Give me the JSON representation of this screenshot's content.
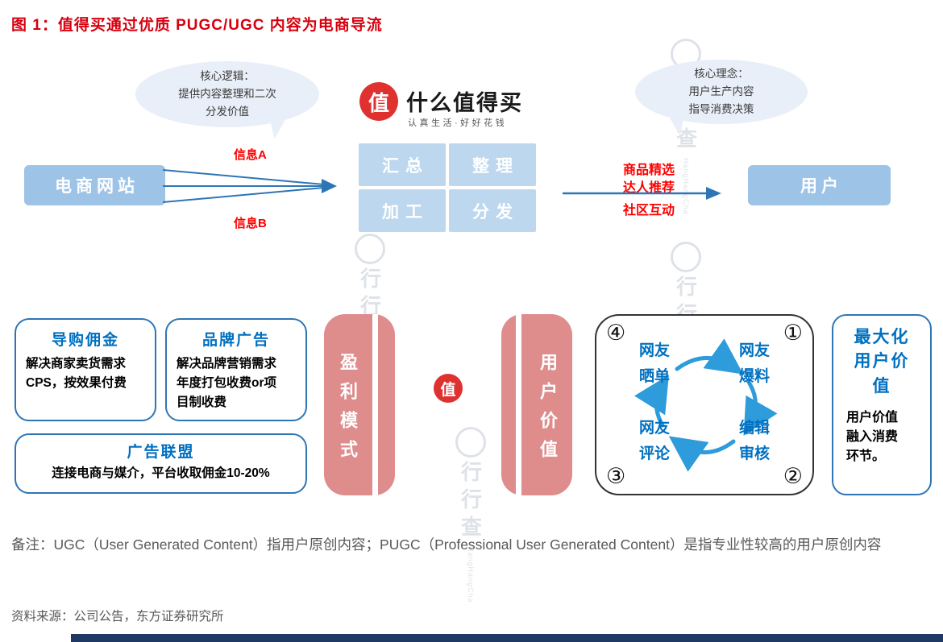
{
  "colors": {
    "title_red": "#D7000F",
    "label_red": "#FF0000",
    "flow_box_blue": "#9DC3E6",
    "grid_box_blue": "#BDD7EE",
    "bar_pink": "#DE8C8C",
    "heading_blue": "#0070C0",
    "border_blue": "#2E75B6",
    "cycle_arrow_blue": "#2E9BDA",
    "footer_navy": "#1F3864",
    "logo_red": "#E03131"
  },
  "title": "图 1：值得买通过优质 PUGC/UGC 内容为电商导流",
  "watermark": {
    "text": "行行查",
    "subtext": "HangHangCha"
  },
  "top": {
    "left_bubble": [
      "核心逻辑：",
      "提供内容整理和二次",
      "分发价值"
    ],
    "right_bubble": [
      "核心理念：",
      "用户生产内容",
      "指导消费决策"
    ],
    "logo": {
      "glyph": "值",
      "name": "什么值得买",
      "slogan": "认真生活·好好花钱"
    }
  },
  "flow": {
    "source_box": "电商网站",
    "target_box": "用户",
    "info_a": "信息A",
    "info_b": "信息B",
    "grid": [
      "汇总",
      "整理",
      "加工",
      "分发"
    ],
    "mid_labels": [
      "商品精选",
      "达人推荐",
      "社区互动"
    ]
  },
  "bottom": {
    "profit_bar": "盈利模式",
    "value_bar": "用户价值",
    "center_logo": "值",
    "profit_boxes": [
      {
        "title": "导购佣金",
        "body": "解决商家卖货需求\nCPS，按效果付费"
      },
      {
        "title": "品牌广告",
        "body": "解决品牌营销需求\n年度打包收费or项\n目制收费"
      },
      {
        "title": "广告联盟",
        "body": "连接电商与媒介，平台收取佣金10-20%"
      }
    ],
    "cycle": {
      "items": [
        {
          "num": "④",
          "label": "网友\n晒单"
        },
        {
          "num": "①",
          "label": "网友\n爆料"
        },
        {
          "num": "③",
          "label": "网友\n评论"
        },
        {
          "num": "②",
          "label": "编辑\n审核"
        }
      ]
    },
    "max_value_box": {
      "title": "最大化\n用户价\n值",
      "body": "用户价值\n融入消费\n环节。"
    }
  },
  "notes": {
    "remark": "备注：UGC（User Generated Content）指用户原创内容；PUGC（Professional User Generated Content）是指专业性较高的用户原创内容",
    "source": "资料来源：公司公告，东方证券研究所"
  }
}
